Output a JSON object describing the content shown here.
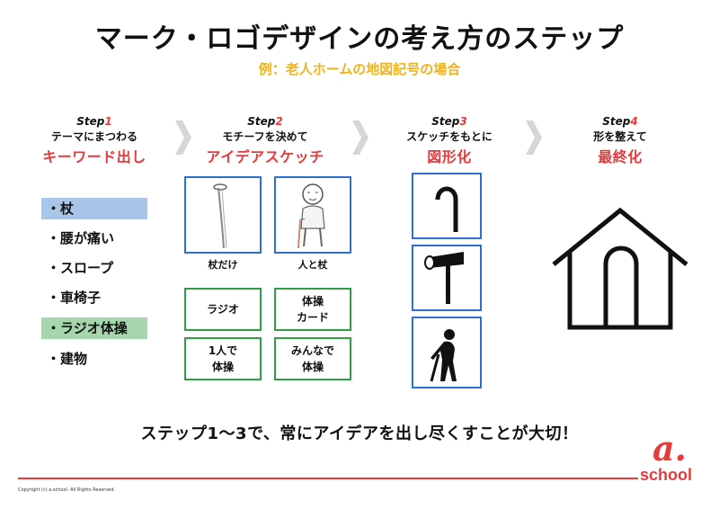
{
  "title": "マーク・ロゴデザインの考え方のステップ",
  "subtitle": "例：老人ホームの地図記号の場合",
  "steps": [
    {
      "label": "Step",
      "num": "1",
      "desc": "テーマにまつわる",
      "head": "キーワード出し"
    },
    {
      "label": "Step",
      "num": "2",
      "desc": "モチーフを決めて",
      "head": "アイデアスケッチ"
    },
    {
      "label": "Step",
      "num": "3",
      "desc": "スケッチをもとに",
      "head": "図形化"
    },
    {
      "label": "Step",
      "num": "4",
      "desc": "形を整えて",
      "head": "最終化"
    }
  ],
  "keywords": [
    "・杖",
    "・腰が痛い",
    "・スロープ",
    "・車椅子",
    "・ラジオ体操",
    "・建物"
  ],
  "highlight_colors": {
    "blue": "#a9c5e8",
    "green": "#a5d6ae"
  },
  "sketches": {
    "captions": [
      "杖だけ",
      "人と杖"
    ],
    "ideas": [
      {
        "line1": "ラジオ",
        "line2": ""
      },
      {
        "line1": "体操",
        "line2": "カード"
      },
      {
        "line1": "1人で",
        "line2": "体操"
      },
      {
        "line1": "みんなで",
        "line2": "体操"
      }
    ]
  },
  "icons": [
    "cane-icon",
    "telescope-cane-icon",
    "elderly-person-icon",
    "house-cane-icon"
  ],
  "conclusion": "ステップ1〜3で、常にアイデアを出し尽くすことが大切！",
  "copyright": "Copyright (c) a.school. All Rights Reserved.",
  "logo": {
    "mark": "a.",
    "name": "school"
  },
  "colors": {
    "accent": "#e8393b",
    "subtitle": "#f2b21c",
    "blue_border": "#2b6fd0",
    "green_border": "#2f9e45"
  }
}
